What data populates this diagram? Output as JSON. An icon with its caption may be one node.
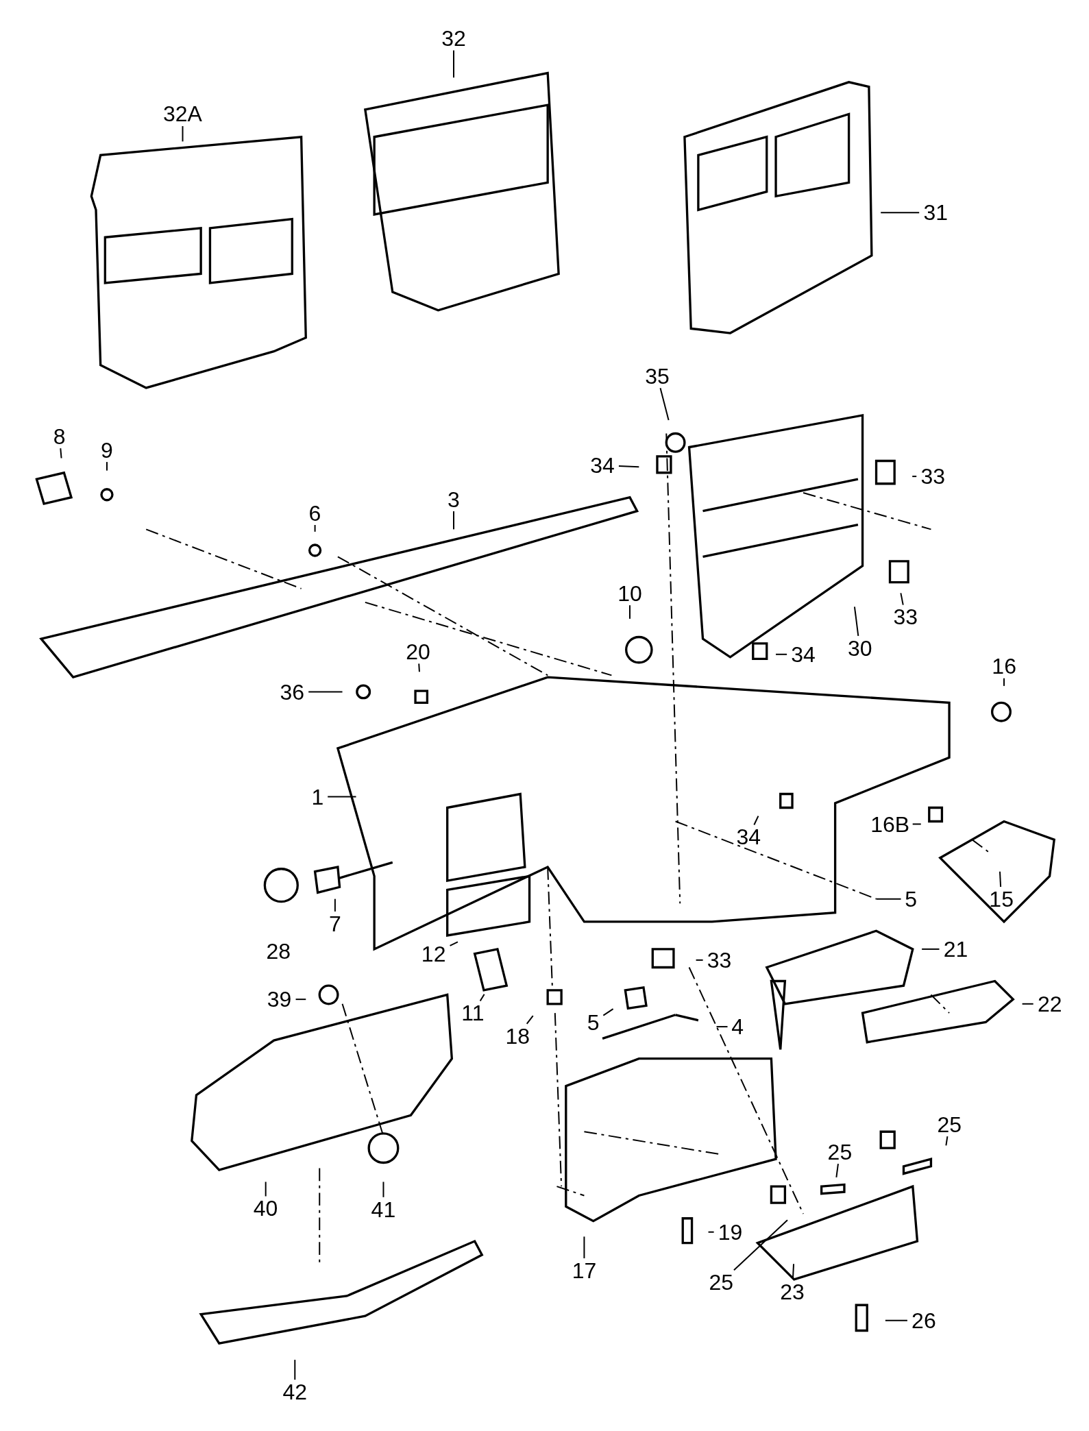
{
  "diagram": {
    "nodes": [
      {
        "text": [
          "32A"
        ]
      },
      {
        "text": [
          "32"
        ]
      },
      {
        "text": [
          "31"
        ]
      },
      {
        "text": [
          "35"
        ]
      },
      {
        "text": [
          "8"
        ]
      },
      {
        "text": [
          "9"
        ]
      },
      {
        "text": [
          "34"
        ]
      },
      {
        "text": [
          "33"
        ]
      },
      {
        "text": [
          "3"
        ]
      },
      {
        "text": [
          "6"
        ]
      },
      {
        "text": [
          "10"
        ]
      },
      {
        "text": [
          "33"
        ]
      },
      {
        "text": [
          "20"
        ]
      },
      {
        "text": [
          "34"
        ]
      },
      {
        "text": [
          "30"
        ]
      },
      {
        "text": [
          "16"
        ]
      },
      {
        "text": [
          "36"
        ]
      },
      {
        "text": [
          "1"
        ]
      },
      {
        "text": [
          "34"
        ]
      },
      {
        "text": [
          "16B"
        ]
      },
      {
        "text": [
          "5"
        ]
      },
      {
        "text": [
          "15"
        ]
      },
      {
        "text": [
          "7"
        ]
      },
      {
        "text": [
          "21"
        ]
      },
      {
        "text": [
          "12"
        ]
      },
      {
        "text": [
          "33"
        ]
      },
      {
        "text": [
          "11"
        ]
      },
      {
        "text": [
          "39"
        ]
      },
      {
        "text": [
          "22"
        ]
      },
      {
        "text": [
          "18"
        ]
      },
      {
        "text": [
          "5"
        ]
      },
      {
        "text": [
          "4"
        ]
      },
      {
        "text": [
          "25"
        ]
      },
      {
        "text": [
          "25"
        ]
      },
      {
        "text": [
          "40"
        ]
      },
      {
        "text": [
          "41"
        ]
      },
      {
        "text": [
          "19"
        ]
      },
      {
        "text": [
          "25"
        ]
      },
      {
        "text": [
          "17"
        ]
      },
      {
        "text": [
          "23"
        ]
      },
      {
        "text": [
          "26"
        ]
      },
      {
        "text": [
          "42"
        ]
      }
    ],
    "edges": [
      {
        "from": 0,
        "to": null,
        "arrow": "none"
      },
      {
        "from": 1,
        "to": null,
        "arrow": "none"
      },
      {
        "from": 2,
        "to": null,
        "arrow": "none"
      },
      {
        "from": 3,
        "to": null,
        "arrow": "none"
      },
      {
        "from": 4,
        "to": null,
        "arrow": "none"
      },
      {
        "from": 5,
        "to": null,
        "arrow": "none"
      },
      {
        "from": 6,
        "to": null,
        "arrow": "none"
      },
      {
        "from": 7,
        "to": null,
        "arrow": "none"
      },
      {
        "from": 8,
        "to": null,
        "arrow": "none"
      },
      {
        "from": 9,
        "to": null,
        "arrow": "none"
      },
      {
        "from": 10,
        "to": null,
        "arrow": "none"
      },
      {
        "from": 11,
        "to": null,
        "arrow": "none"
      },
      {
        "from": 12,
        "to": null,
        "arrow": "none"
      },
      {
        "from": 13,
        "to": null,
        "arrow": "none"
      },
      {
        "from": 14,
        "to": null,
        "arrow": "none"
      },
      {
        "from": 15,
        "to": null,
        "arrow": "none"
      },
      {
        "from": 16,
        "to": null,
        "arrow": "none"
      },
      {
        "from": 17,
        "to": null,
        "arrow": "none"
      },
      {
        "from": 18,
        "to": null,
        "arrow": "none"
      },
      {
        "from": 19,
        "to": null,
        "arrow": "none"
      },
      {
        "from": 20,
        "to": null,
        "arrow": "none"
      },
      {
        "from": 21,
        "to": null,
        "arrow": "none"
      },
      {
        "from": 22,
        "to": null,
        "arrow": "none"
      },
      {
        "from": 23,
        "to": null,
        "arrow": "none"
      },
      {
        "from": 24,
        "to": null,
        "arrow": "none"
      },
      {
        "from": 25,
        "to": null,
        "arrow": "none"
      },
      {
        "from": 26,
        "to": null,
        "arrow": "none"
      },
      {
        "from": 27,
        "to": null,
        "arrow": "none"
      },
      {
        "from": 28,
        "to": null,
        "arrow": "none"
      },
      {
        "from": 29,
        "to": null,
        "arrow": "none"
      },
      {
        "from": 30,
        "to": null,
        "arrow": "none"
      },
      {
        "from": 31,
        "to": null,
        "arrow": "none"
      },
      {
        "from": 32,
        "to": null,
        "arrow": "none"
      },
      {
        "from": 33,
        "to": null,
        "arrow": "none"
      },
      {
        "from": 34,
        "to": null,
        "arrow": "none"
      },
      {
        "from": 35,
        "to": null,
        "arrow": "none"
      },
      {
        "from": 36,
        "to": null,
        "arrow": "none"
      },
      {
        "from": 37,
        "to": null,
        "arrow": "none"
      },
      {
        "from": 38,
        "to": null,
        "arrow": "none"
      },
      {
        "from": 39,
        "to": null,
        "arrow": "none"
      },
      {
        "from": 40,
        "to": null,
        "arrow": "none"
      },
      {
        "from": 41,
        "to": null,
        "arrow": "none"
      }
    ],
    "labels": [
      "28"
    ]
  }
}
